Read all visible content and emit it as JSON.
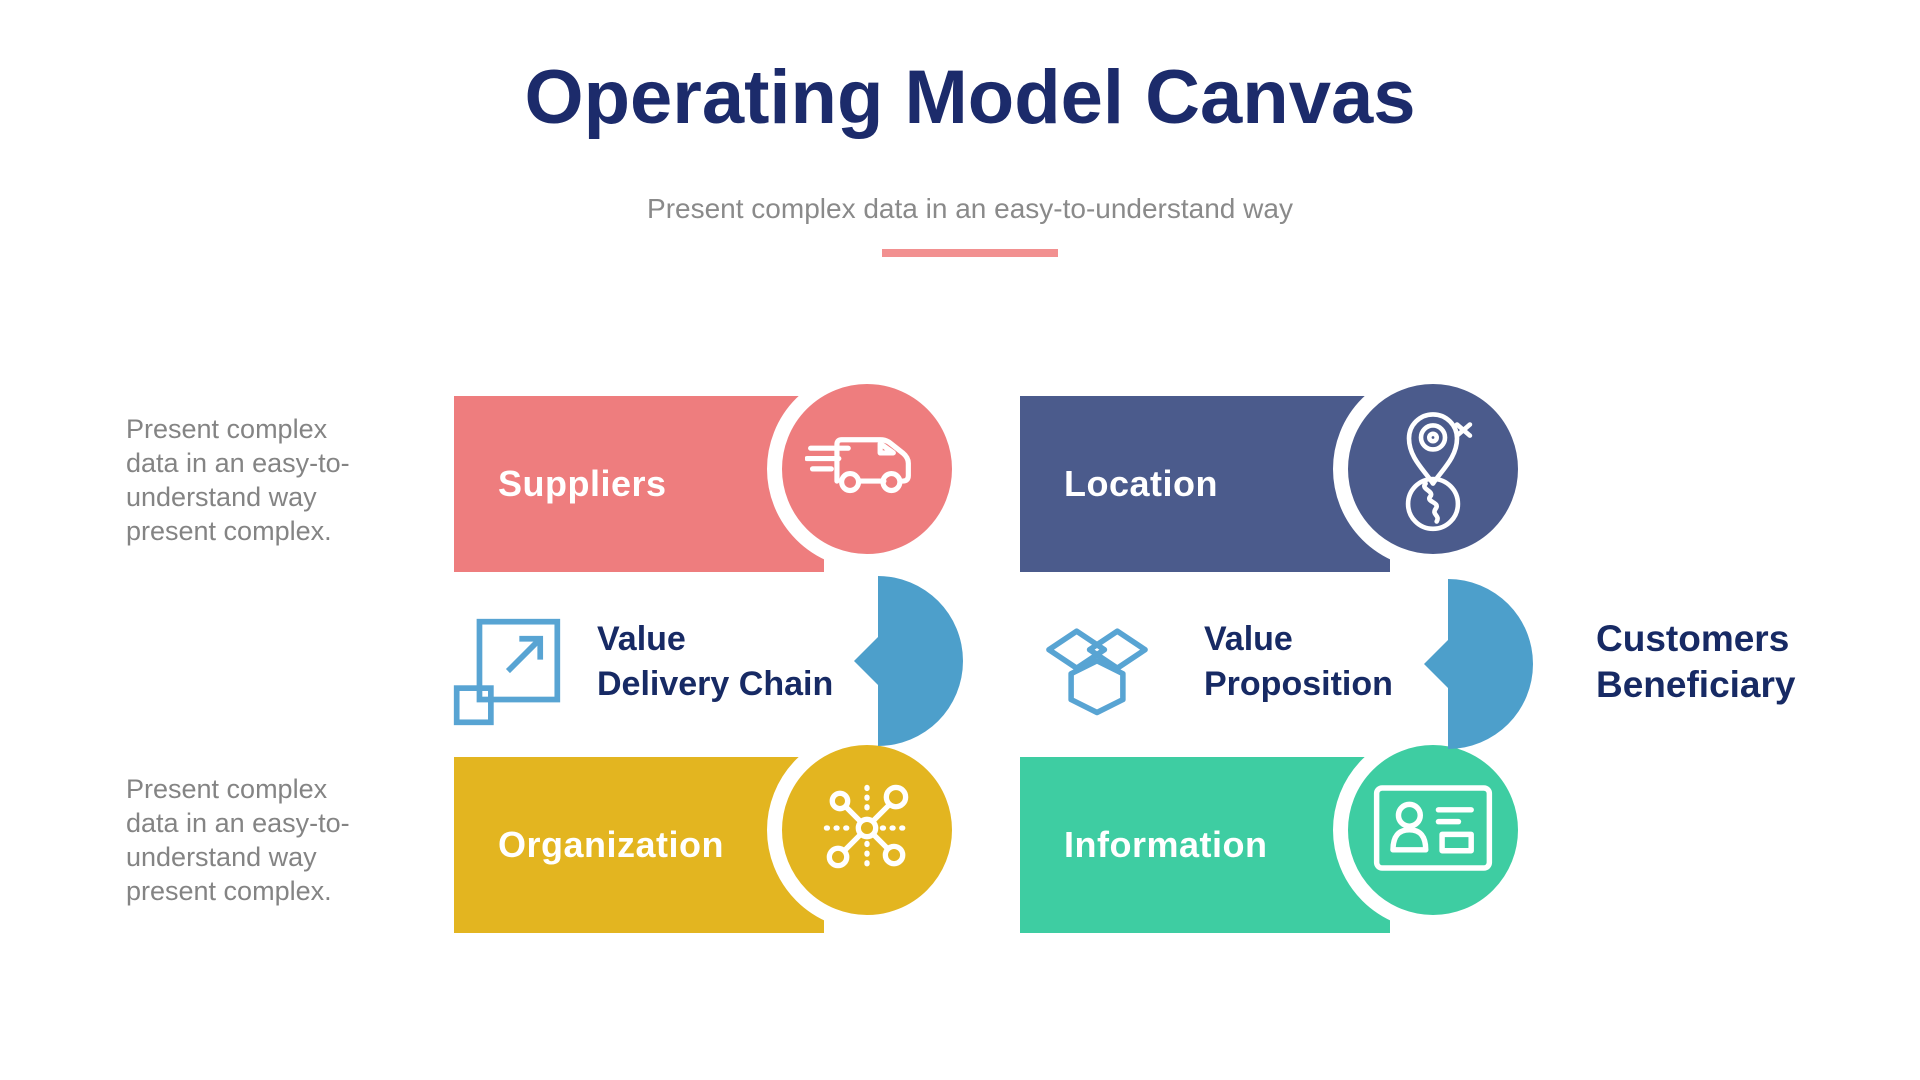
{
  "header": {
    "title": "Operating Model Canvas",
    "subtitle": "Present complex data in an easy-to-understand way",
    "title_color": "#1c2b6b",
    "subtitle_color": "#8a8a8a",
    "underline_color": "#f29090"
  },
  "paragraphs": {
    "top": "Present complex\ndata in an easy-to-\nunderstand way\npresent complex.",
    "bottom": "Present complex\ndata in an easy-to-\nunderstand way\npresent complex.",
    "color": "#848484"
  },
  "canvas": {
    "blocks": [
      {
        "id": "suppliers",
        "label": "Suppliers",
        "color": "#ee7d7e",
        "icon": "delivery-truck-icon"
      },
      {
        "id": "location",
        "label": "Location",
        "color": "#4b5b8c",
        "icon": "location-pin-globe-icon"
      },
      {
        "id": "organization",
        "label": "Organization",
        "color": "#e3b520",
        "icon": "network-nodes-icon"
      },
      {
        "id": "information",
        "label": "Information",
        "color": "#3ecda2",
        "icon": "id-card-icon"
      }
    ],
    "middle_items": [
      {
        "id": "value-delivery-chain",
        "label": "Value\nDelivery Chain",
        "icon": "expand-arrow-icon"
      },
      {
        "id": "value-proposition",
        "label": "Value\nProposition",
        "icon": "open-box-icon"
      }
    ],
    "right_label": "Customers\nBeneficiary",
    "label_color": "#172a64",
    "pointer_color": "#4d9fcb",
    "middle_icon_color": "#58a4d3",
    "bar_icon_color": "#ffffff"
  }
}
